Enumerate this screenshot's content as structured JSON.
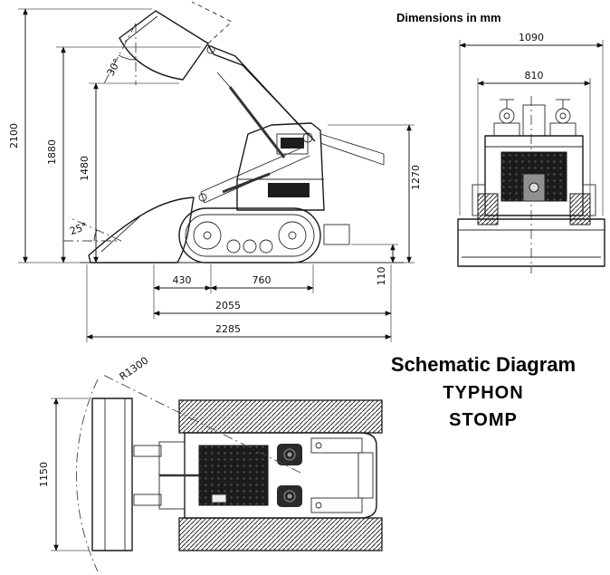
{
  "note": "Dimensions in mm",
  "caption": {
    "line1": "Schematic Diagram",
    "line2": "TYPHON",
    "line3": "STOMP"
  },
  "side_view": {
    "overall_height": "2100",
    "hinge_height": "1880",
    "dump_height": "1480",
    "handle_height": "1270",
    "dump_angle": "30°",
    "bucket_angle": "25°",
    "bucket_to_track": "430",
    "track_length": "760",
    "ground_clearance": "110",
    "length_no_bucket": "2055",
    "overall_length": "2285"
  },
  "front_view": {
    "overall_width": "1090",
    "track_width": "810"
  },
  "top_view": {
    "bucket_width": "1150",
    "turning_radius": "R1300"
  }
}
